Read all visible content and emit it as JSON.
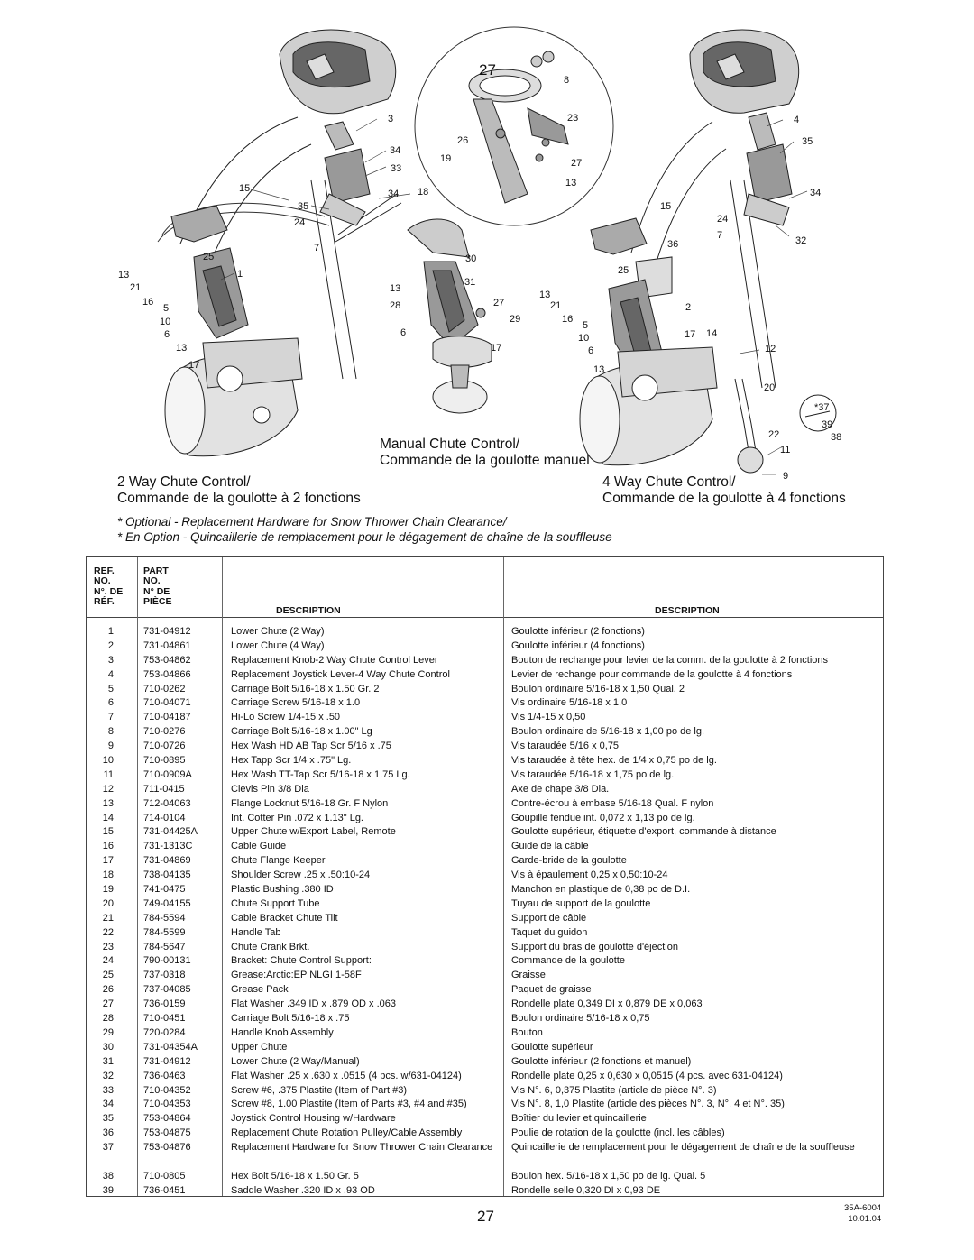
{
  "diagram": {
    "callouts_left": [
      "3",
      "34",
      "33",
      "15",
      "35",
      "34",
      "18",
      "24",
      "7",
      "25",
      "1",
      "13",
      "21",
      "16",
      "5",
      "10",
      "6",
      "13",
      "17"
    ],
    "callouts_center": [
      "27",
      "8",
      "23",
      "26",
      "19",
      "27",
      "13",
      "30",
      "13",
      "31",
      "28",
      "27",
      "29",
      "6",
      "17"
    ],
    "callouts_right": [
      "4",
      "35",
      "34",
      "15",
      "24",
      "7",
      "32",
      "36",
      "25",
      "13",
      "21",
      "2",
      "16",
      "5",
      "17",
      "14",
      "10",
      "6",
      "12",
      "13",
      "20",
      "37",
      "39",
      "22",
      "38",
      "11",
      "9"
    ]
  },
  "captions": {
    "manual_line1": "Manual Chute Control/",
    "manual_line2": "Commande de la goulotte manuel",
    "two_way_line1": "2 Way Chute Control/",
    "two_way_line2": "Commande de la goulotte à 2 fonctions",
    "four_way_line1": "4 Way Chute Control/",
    "four_way_line2": "Commande de la goulotte à 4 fonctions",
    "note_en": "* Optional - Replacement Hardware for Snow Thrower Chain Clearance/",
    "note_fr": "* En Option - Quincaillerie de remplacement pour le dégagement de chaîne de la souffleuse"
  },
  "table": {
    "headers": {
      "ref": [
        "REF.",
        "NO.",
        "N°. DE",
        "RÉF."
      ],
      "part": [
        "PART",
        "NO.",
        "N° DE",
        "PIÈCE"
      ],
      "desc_en": "DESCRIPTION",
      "desc_fr": "DESCRIPTION"
    },
    "rows": [
      {
        "ref": "1",
        "part": "731-04912",
        "en": "Lower Chute (2 Way)",
        "fr": "Goulotte inférieur (2 fonctions)"
      },
      {
        "ref": "2",
        "part": "731-04861",
        "en": "Lower Chute (4 Way)",
        "fr": "Goulotte inférieur (4 fonctions)"
      },
      {
        "ref": "3",
        "part": "753-04862",
        "en": "Replacement Knob-2 Way Chute Control Lever",
        "fr": "Bouton de rechange pour levier de la comm. de la goulotte à 2 fonctions"
      },
      {
        "ref": "4",
        "part": "753-04866",
        "en": "Replacement Joystick Lever-4 Way Chute Control",
        "fr": "Levier de rechange pour commande de la goulotte à 4 fonctions"
      },
      {
        "ref": "5",
        "part": "710-0262",
        "en": "Carriage Bolt 5/16-18 x 1.50 Gr. 2",
        "fr": "Boulon ordinaire 5/16-18 x 1,50 Qual. 2"
      },
      {
        "ref": "6",
        "part": "710-04071",
        "en": "Carriage Screw 5/16-18 x 1.0",
        "fr": "Vis ordinaire 5/16-18 x 1,0"
      },
      {
        "ref": "7",
        "part": "710-04187",
        "en": "Hi-Lo Screw 1/4-15 x .50",
        "fr": "Vis 1/4-15 x 0,50"
      },
      {
        "ref": "8",
        "part": "710-0276",
        "en": "Carriage Bolt 5/16-18 x 1.00\" Lg",
        "fr": "Boulon ordinaire de 5/16-18 x 1,00 po de lg."
      },
      {
        "ref": "9",
        "part": "710-0726",
        "en": "Hex Wash HD AB Tap Scr 5/16 x .75",
        "fr": "Vis taraudée 5/16 x 0,75"
      },
      {
        "ref": "10",
        "part": "710-0895",
        "en": "Hex Tapp Scr 1/4 x .75\" Lg.",
        "fr": "Vis taraudée à tête hex. de 1/4 x 0,75 po de lg."
      },
      {
        "ref": "11",
        "part": "710-0909A",
        "en": "Hex Wash TT-Tap Scr 5/16-18 x 1.75 Lg.",
        "fr": "Vis taraudée 5/16-18 x 1,75 po de lg."
      },
      {
        "ref": "12",
        "part": "711-0415",
        "en": "Clevis Pin 3/8 Dia",
        "fr": "Axe de chape 3/8 Dia."
      },
      {
        "ref": "13",
        "part": "712-04063",
        "en": "Flange Locknut 5/16-18 Gr. F Nylon",
        "fr": "Contre-écrou à embase 5/16-18 Qual. F nylon"
      },
      {
        "ref": "14",
        "part": "714-0104",
        "en": "Int. Cotter Pin .072 x 1.13\" Lg.",
        "fr": "Goupille fendue int. 0,072 x 1,13 po de lg."
      },
      {
        "ref": "15",
        "part": "731-04425A",
        "en": "Upper Chute w/Export Label, Remote",
        "fr": "Goulotte supérieur, étiquette d'export, commande à distance"
      },
      {
        "ref": "16",
        "part": "731-1313C",
        "en": "Cable Guide",
        "fr": "Guide de la câble"
      },
      {
        "ref": "17",
        "part": "731-04869",
        "en": "Chute Flange Keeper",
        "fr": "Garde-bride de la goulotte"
      },
      {
        "ref": "18",
        "part": "738-04135",
        "en": "Shoulder Screw .25 x .50:10-24",
        "fr": "Vis à épaulement 0,25 x 0,50:10-24"
      },
      {
        "ref": "19",
        "part": "741-0475",
        "en": "Plastic Bushing .380 ID",
        "fr": "Manchon en plastique de 0,38 po de D.I."
      },
      {
        "ref": "20",
        "part": "749-04155",
        "en": "Chute Support Tube",
        "fr": "Tuyau de support de la goulotte"
      },
      {
        "ref": "21",
        "part": "784-5594",
        "en": "Cable Bracket Chute Tilt",
        "fr": "Support de câble"
      },
      {
        "ref": "22",
        "part": "784-5599",
        "en": "Handle Tab",
        "fr": "Taquet du guidon"
      },
      {
        "ref": "23",
        "part": "784-5647",
        "en": "Chute Crank Brkt.",
        "fr": "Support du bras de goulotte d'éjection"
      },
      {
        "ref": "24",
        "part": "790-00131",
        "en": "Bracket: Chute Control Support:",
        "fr": "Commande de la goulotte"
      },
      {
        "ref": "25",
        "part": "737-0318",
        "en": "Grease:Arctic:EP NLGI 1-58F",
        "fr": "Graisse"
      },
      {
        "ref": "26",
        "part": "737-04085",
        "en": "Grease Pack",
        "fr": "Paquet de graisse"
      },
      {
        "ref": "27",
        "part": "736-0159",
        "en": "Flat Washer .349 ID x .879 OD x .063",
        "fr": "Rondelle plate 0,349 DI x 0,879 DE x 0,063"
      },
      {
        "ref": "28",
        "part": "710-0451",
        "en": "Carriage Bolt 5/16-18 x .75",
        "fr": "Boulon ordinaire 5/16-18 x 0,75"
      },
      {
        "ref": "29",
        "part": "720-0284",
        "en": "Handle Knob Assembly",
        "fr": "Bouton"
      },
      {
        "ref": "30",
        "part": "731-04354A",
        "en": "Upper Chute",
        "fr": "Goulotte supérieur"
      },
      {
        "ref": "31",
        "part": "731-04912",
        "en": "Lower Chute (2 Way/Manual)",
        "fr": "Goulotte inférieur (2 fonctions et manuel)"
      },
      {
        "ref": "32",
        "part": "736-0463",
        "en": "Flat Washer .25 x .630 x .0515 (4 pcs. w/631-04124)",
        "fr": "Rondelle plate 0,25 x 0,630 x 0,0515 (4 pcs. avec 631-04124)"
      },
      {
        "ref": "33",
        "part": "710-04352",
        "en": "Screw #6, .375 Plastite (Item of Part #3)",
        "fr": "Vis N°. 6, 0,375 Plastite (article de pièce N°. 3)"
      },
      {
        "ref": "34",
        "part": "710-04353",
        "en": "Screw #8, 1.00 Plastite (Item of Parts #3, #4 and #35)",
        "fr": "Vis N°. 8, 1,0 Plastite (article des pièces N°. 3, N°. 4 et N°. 35)"
      },
      {
        "ref": "35",
        "part": "753-04864",
        "en": "Joystick Control Housing w/Hardware",
        "fr": "Boîtier du levier et quincaillerie"
      },
      {
        "ref": "36",
        "part": "753-04875",
        "en": "Replacement Chute Rotation Pulley/Cable Assembly",
        "fr": "Poulie de rotation de la goulotte (incl. les câbles)"
      },
      {
        "ref": "37",
        "part": "753-04876",
        "en": "Replacement Hardware for Snow Thrower Chain Clearance",
        "fr": "Quincaillerie de remplacement pour le dégagement de chaîne de la souffleuse",
        "tall": true
      },
      {
        "ref": "38",
        "part": "710-0805",
        "en": "Hex Bolt 5/16-18 x 1.50 Gr. 5",
        "fr": "Boulon hex. 5/16-18 x 1,50 po de lg. Qual. 5"
      },
      {
        "ref": "39",
        "part": "736-0451",
        "en": "Saddle Washer .320 ID x .93 OD",
        "fr": "Rondelle selle 0,320 DI x 0,93 DE"
      }
    ]
  },
  "footer": {
    "page_number": "27",
    "doc_code": "35A-6004",
    "doc_date": "10.01.04"
  }
}
